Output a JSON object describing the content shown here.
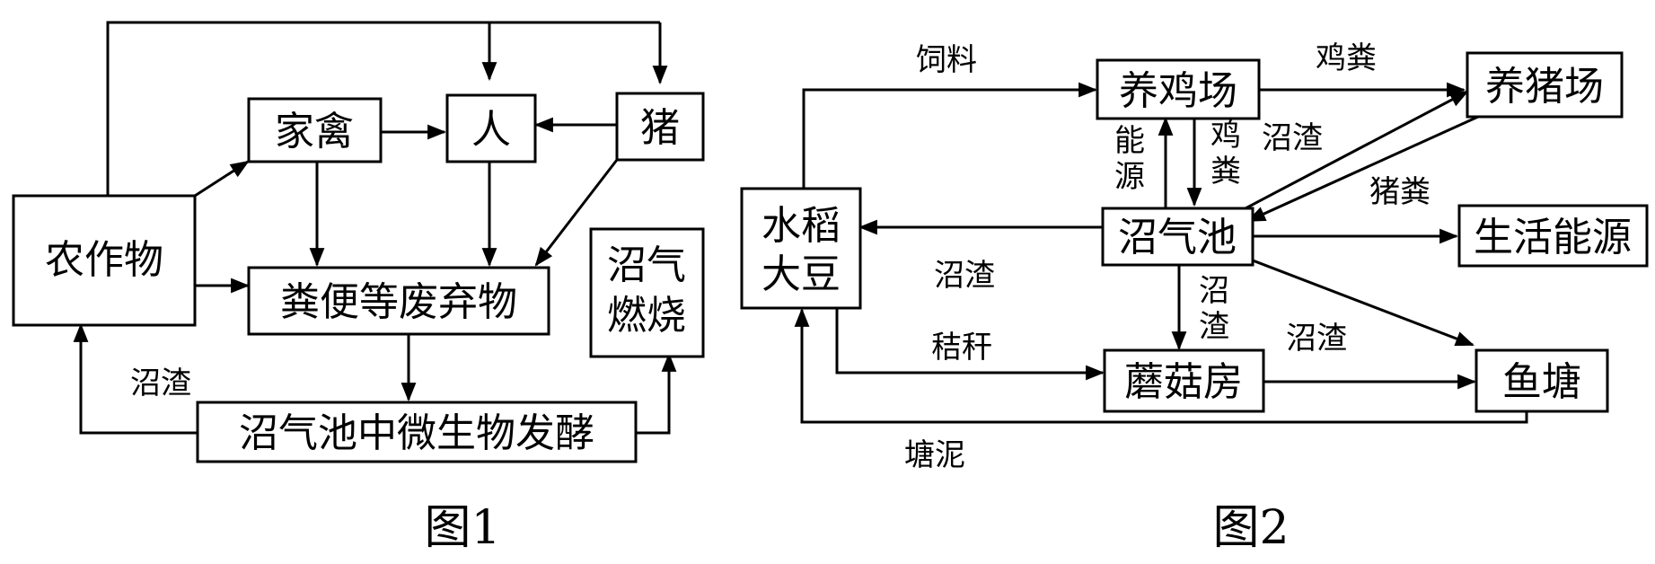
{
  "figure1": {
    "caption": "图1",
    "nodes": {
      "crops": "农作物",
      "poultry": "家禽",
      "human": "人",
      "pig": "猪",
      "waste": "粪便等废弃物",
      "fermentation": "沼气池中微生物发酵",
      "biogas_line1": "沼气",
      "biogas_line2": "燃烧"
    },
    "labels": {
      "residue": "沼渣"
    }
  },
  "figure2": {
    "caption": "图2",
    "nodes": {
      "chicken_farm": "养鸡场",
      "pig_farm": "养猪场",
      "rice_line1": "水稻",
      "rice_line2": "大豆",
      "digester": "沼气池",
      "domestic_energy": "生活能源",
      "mushroom_house": "蘑菇房",
      "fish_pond": "鱼塘"
    },
    "labels": {
      "feed": "饲料",
      "chicken_manure_top": "鸡粪",
      "energy_line1": "能",
      "energy_line2": "源",
      "chicken_manure_v1": "鸡",
      "chicken_manure_v2": "粪",
      "residue_right": "沼渣",
      "pig_manure": "猪粪",
      "residue_left": "沼渣",
      "residue_down1": "沼",
      "residue_down2": "渣",
      "residue_fish": "沼渣",
      "straw": "秸秆",
      "pond_mud": "塘泥"
    }
  }
}
